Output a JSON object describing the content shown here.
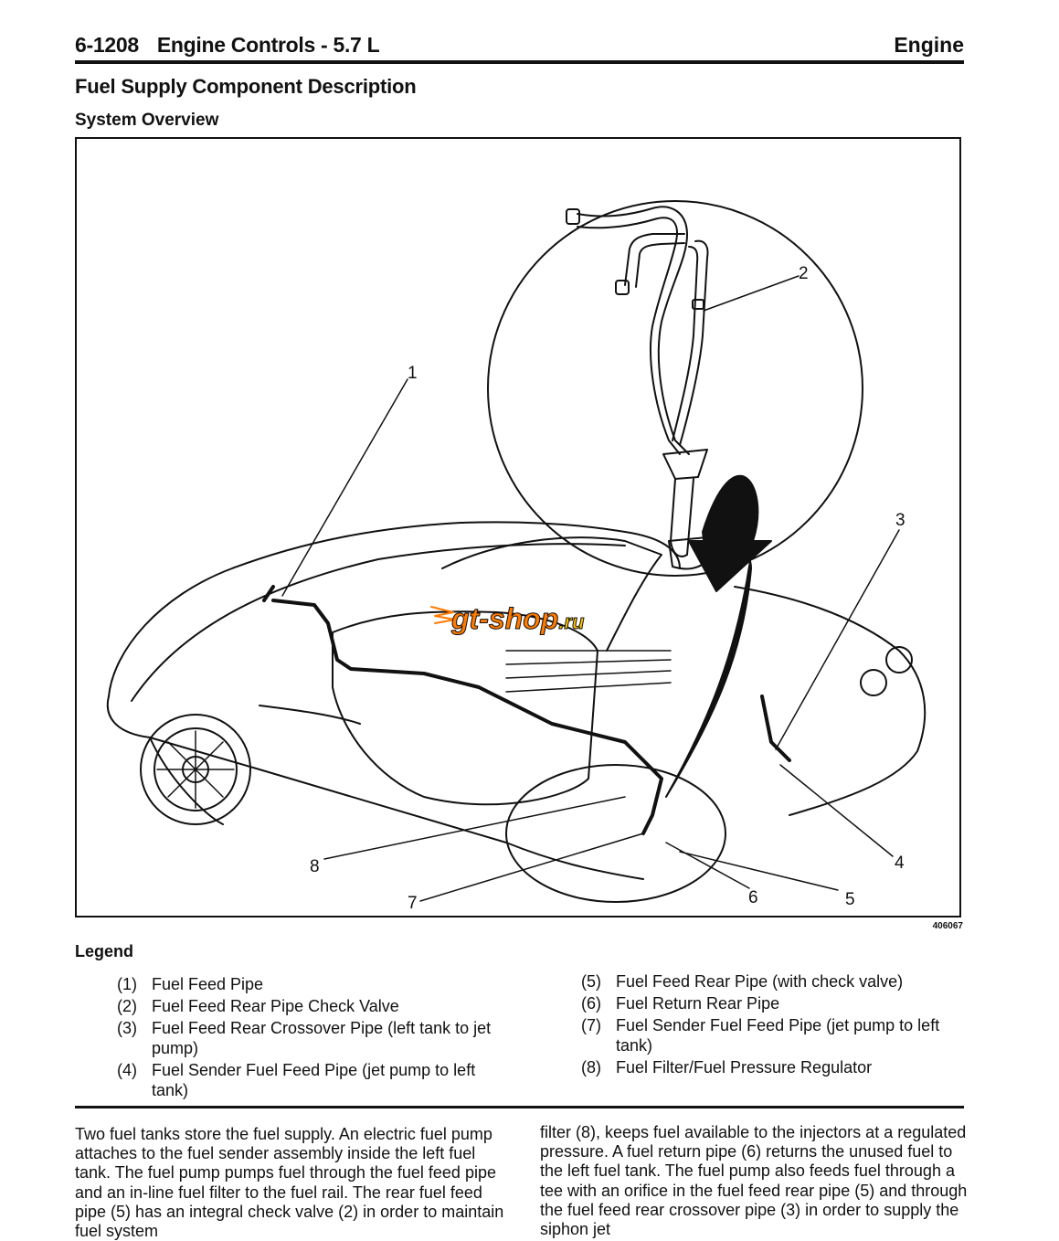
{
  "header": {
    "page_number": "6-1208",
    "chapter_title": "Engine Controls - 5.7 L",
    "section": "Engine"
  },
  "section_title": "Fuel Supply Component Description",
  "subsection_title": "System Overview",
  "figure": {
    "id": "406067",
    "callouts": [
      "1",
      "2",
      "3",
      "4",
      "5",
      "6",
      "7",
      "8"
    ],
    "watermark": {
      "text_main": "gt-shop",
      "text_suffix": ".ru",
      "color_primary": "#ff7a00",
      "color_secondary": "#ffc400"
    }
  },
  "legend": {
    "title": "Legend",
    "items": [
      {
        "num": "(1)",
        "text": "Fuel Feed Pipe"
      },
      {
        "num": "(2)",
        "text": "Fuel Feed Rear Pipe Check Valve"
      },
      {
        "num": "(3)",
        "text": "Fuel Feed Rear Crossover Pipe (left tank to jet pump)"
      },
      {
        "num": "(4)",
        "text": "Fuel Sender Fuel Feed Pipe (jet pump to left tank)"
      },
      {
        "num": "(5)",
        "text": "Fuel Feed Rear Pipe (with check valve)"
      },
      {
        "num": "(6)",
        "text": "Fuel Return Rear Pipe"
      },
      {
        "num": "(7)",
        "text": "Fuel Sender Fuel Feed Pipe (jet pump to left tank)"
      },
      {
        "num": "(8)",
        "text": "Fuel Filter/Fuel Pressure Regulator"
      }
    ]
  },
  "body": {
    "col1": "Two fuel tanks store the fuel supply. An electric fuel pump attaches to the fuel sender assembly inside the left fuel tank. The fuel pump pumps fuel through the fuel feed pipe and an in-line fuel filter to the fuel rail. The rear fuel feed pipe (5) has an integral check valve (2) in order to maintain fuel system",
    "col2": "filter (8), keeps fuel available to the injectors at a regulated pressure. A fuel return pipe (6) returns the unused fuel to the left fuel tank. The fuel pump also feeds fuel through a tee with an orifice in the fuel feed rear pipe (5) and through the fuel feed rear crossover pipe (3) in order to supply the siphon jet"
  }
}
